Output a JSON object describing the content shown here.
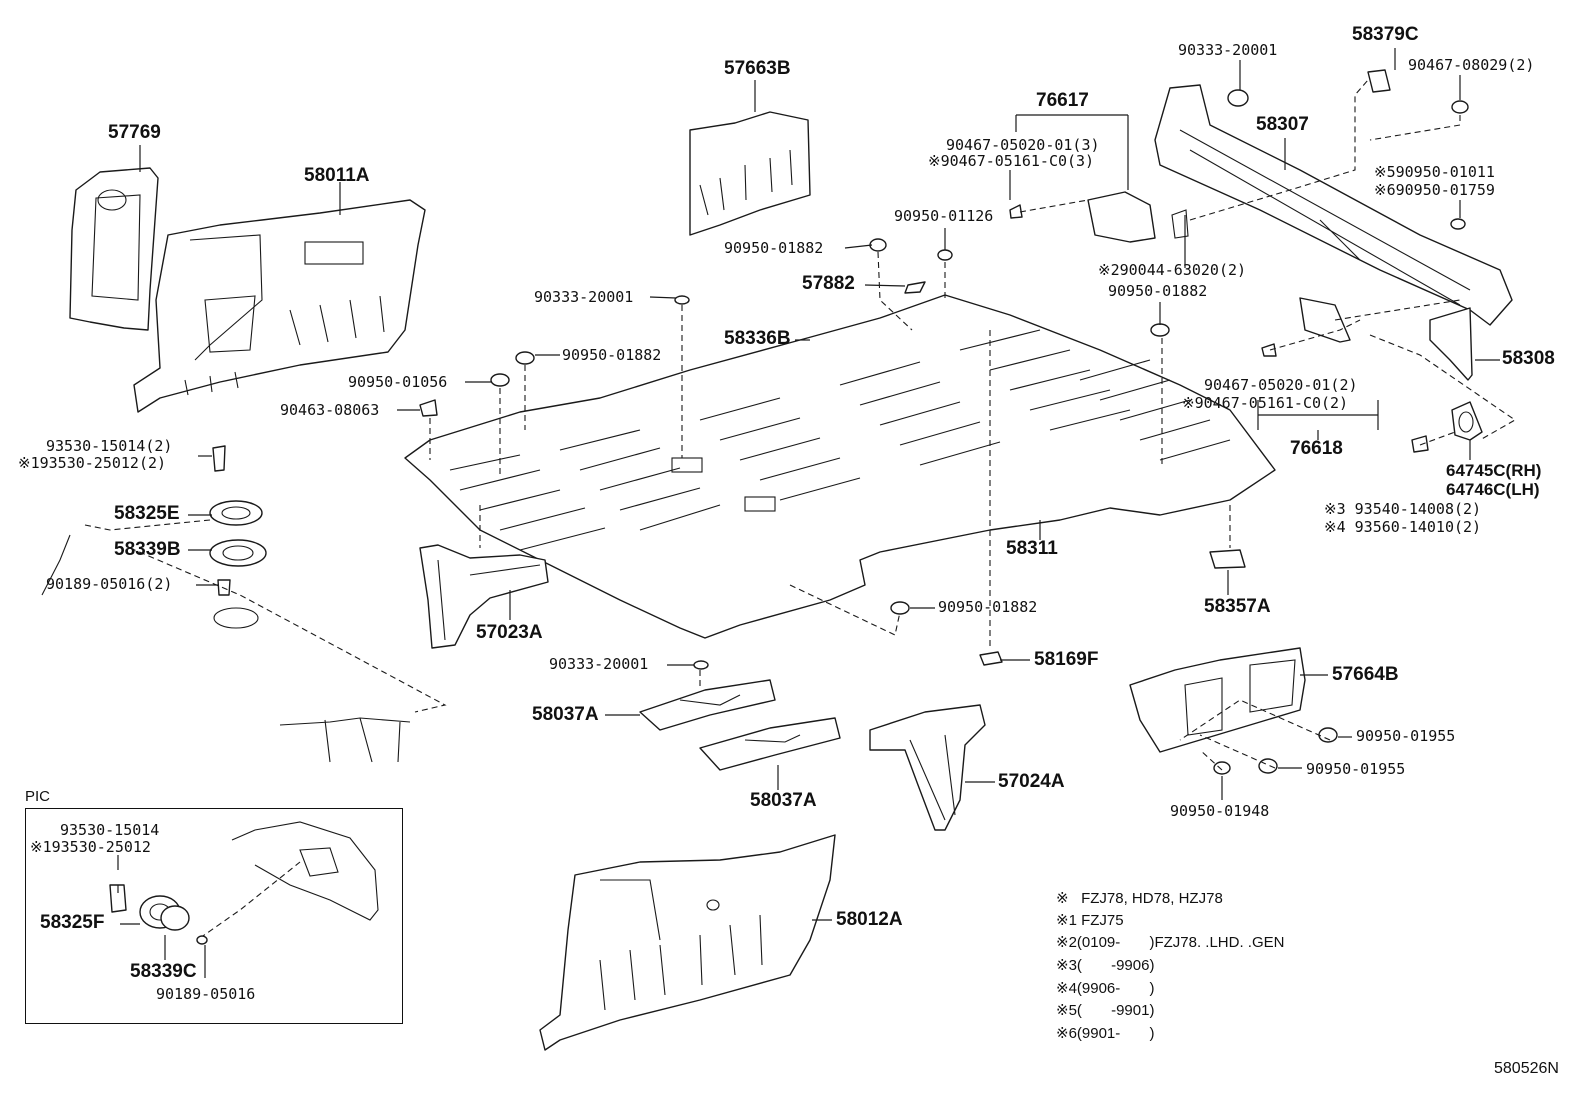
{
  "diagram_id": "580526N",
  "pic_title": "PIC",
  "labels": {
    "p57769": "57769",
    "p58011A": "58011A",
    "p57663B": "57663B",
    "p76617": "76617",
    "p90467_05020_01_3": "90467-05020-01(3)",
    "p90467_05161_C0_3": "※90467-05161-C0(3)",
    "p90333_20001_top": "90333-20001",
    "p58379C": "58379C",
    "p90467_08029_2": "90467-08029(2)",
    "p58307": "58307",
    "p5_90950_01011": "※590950-01011",
    "p6_90950_01759": "※690950-01759",
    "p90950_01126": "90950-01126",
    "p90950_01882_a": "90950-01882",
    "p57882": "57882",
    "p2_90044_63020_2": "※290044-63020(2)",
    "p90950_01882_b": "90950-01882",
    "p90333_20001_mid": "90333-20001",
    "p90950_01882_c": "90950-01882",
    "p58336B": "58336B",
    "p90950_01056": "90950-01056",
    "p90463_08063": "90463-08063",
    "p93530_15014_2": "93530-15014(2)",
    "p1_93530_25012_2": "※193530-25012(2)",
    "p58325E": "58325E",
    "p58339B": "58339B",
    "p90189_05016_2": "90189-05016(2)",
    "p58308": "58308",
    "p90467_05020_01_2": "90467-05020-01(2)",
    "p90467_05161_C0_2": "※90467-05161-C0(2)",
    "p76618": "76618",
    "p64745C": "64745C(RH)",
    "p64746C": "64746C(LH)",
    "p3_93540_14008_2": "※3 93540-14008(2)",
    "p4_93560_14010_2": "※4 93560-14010(2)",
    "p58311": "58311",
    "p58357A": "58357A",
    "p57023A": "57023A",
    "p90950_01882_d": "90950-01882",
    "p90333_20001_low": "90333-20001",
    "p58169F": "58169F",
    "p57664B": "57664B",
    "p58037A_a": "58037A",
    "p58037A_b": "58037A",
    "p57024A": "57024A",
    "p90950_01955_a": "90950-01955",
    "p90950_01955_b": "90950-01955",
    "p90950_01948": "90950-01948",
    "p58012A": "58012A",
    "pic_93530_15014": "93530-15014",
    "pic_1_93530_25012": "※193530-25012",
    "pic_58325F": "58325F",
    "pic_58339C": "58339C",
    "pic_90189_05016": "90189-05016"
  },
  "notes": [
    "※   FZJ78, HD78, HZJ78",
    "※1 FZJ75",
    "※2(0109-       )FZJ78. .LHD. .GEN",
    "※3(       -9906)",
    "※4(9906-       )",
    "※5(       -9901)",
    "※6(9901-       )"
  ]
}
